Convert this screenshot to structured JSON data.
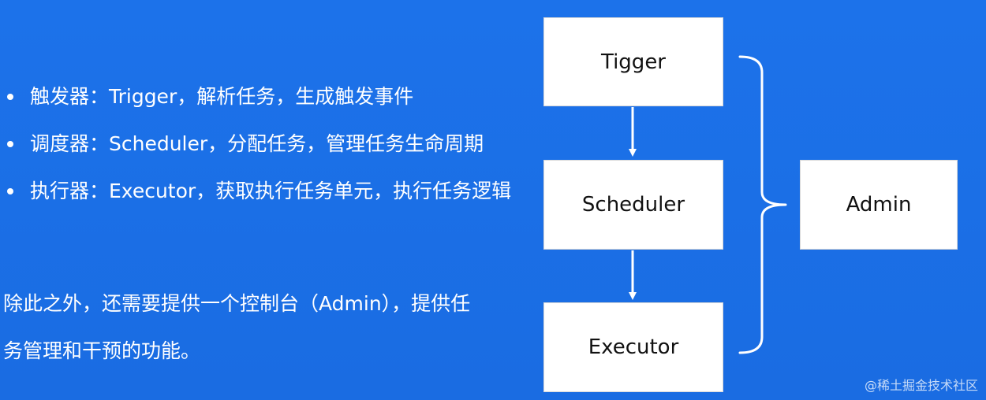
{
  "bullets": [
    {
      "text": "触发器：Trigger，解析任务，生成触发事件"
    },
    {
      "text": "调度器：Scheduler，分配任务，管理任务生命周期"
    },
    {
      "text": "执行器：Executor，获取执行任务单元，执行任务逻辑"
    }
  ],
  "paragraph": {
    "line1": "除此之外，还需要提供一个控制台（Admin），提供任",
    "line2": "务管理和干预的功能。"
  },
  "diagram": {
    "nodes": {
      "trigger": "Tigger",
      "scheduler": "Scheduler",
      "executor": "Executor",
      "admin": "Admin"
    }
  },
  "watermark": "@稀土掘金技术社区"
}
